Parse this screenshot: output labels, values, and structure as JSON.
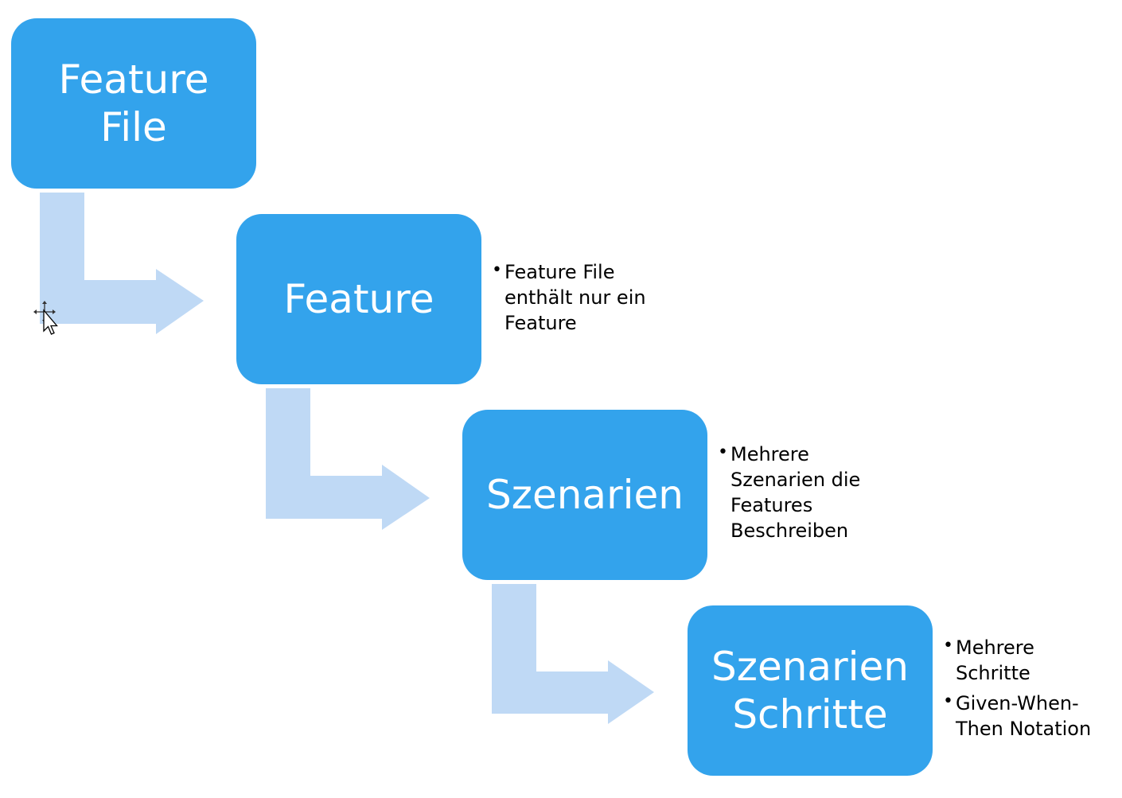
{
  "colors": {
    "box_fill": "#33a3ec",
    "arrow_fill": "#bfd9f5",
    "text_dark": "#000000",
    "text_light": "#ffffff"
  },
  "steps": [
    {
      "label": "Feature\nFile",
      "bullets": []
    },
    {
      "label": "Feature",
      "bullets": [
        "Feature File enthält nur ein Feature"
      ]
    },
    {
      "label": "Szenarien",
      "bullets": [
        "Mehrere Szenarien die Features Beschreiben"
      ]
    },
    {
      "label": "Szenarien\nSchritte",
      "bullets": [
        "Mehrere Schritte",
        "Given-When-Then Notation"
      ]
    }
  ],
  "cursor_icon": "move-cursor-icon"
}
